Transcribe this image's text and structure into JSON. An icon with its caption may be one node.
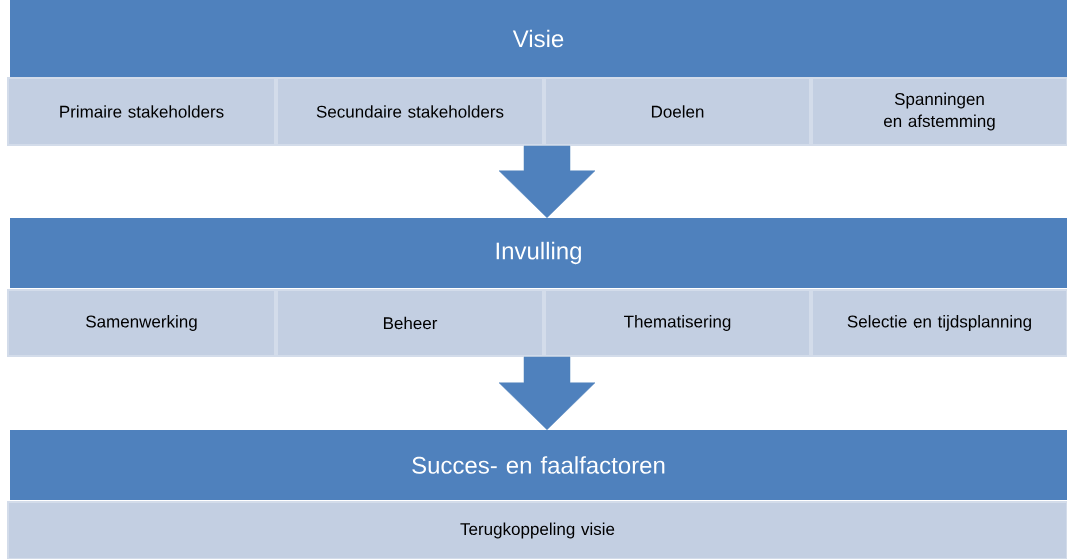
{
  "diagram": {
    "nodes": [
      {
        "text": [
          "Visie"
        ]
      },
      {
        "text": [
          "Primaire stakeholders"
        ]
      },
      {
        "text": [
          "Secundaire stakeholders"
        ]
      },
      {
        "text": [
          "Doelen"
        ]
      },
      {
        "text": [
          "Spanningen en afstemming"
        ]
      },
      {
        "text": [
          "Invulling"
        ]
      },
      {
        "text": [
          "Samenwerking"
        ]
      },
      {
        "text": [
          "Beheer"
        ]
      },
      {
        "text": [
          "Thematisering"
        ]
      },
      {
        "text": [
          "Selectie en tijdsplanning"
        ]
      },
      {
        "text": [
          "Succes- en faalfactoren"
        ]
      },
      {
        "text": [
          "Terugkoppeling visie"
        ]
      }
    ],
    "edges": [
      {
        "from": 3,
        "to": 5,
        "arrow": "to"
      },
      {
        "from": 8,
        "to": 10,
        "arrow": "to"
      }
    ]
  }
}
